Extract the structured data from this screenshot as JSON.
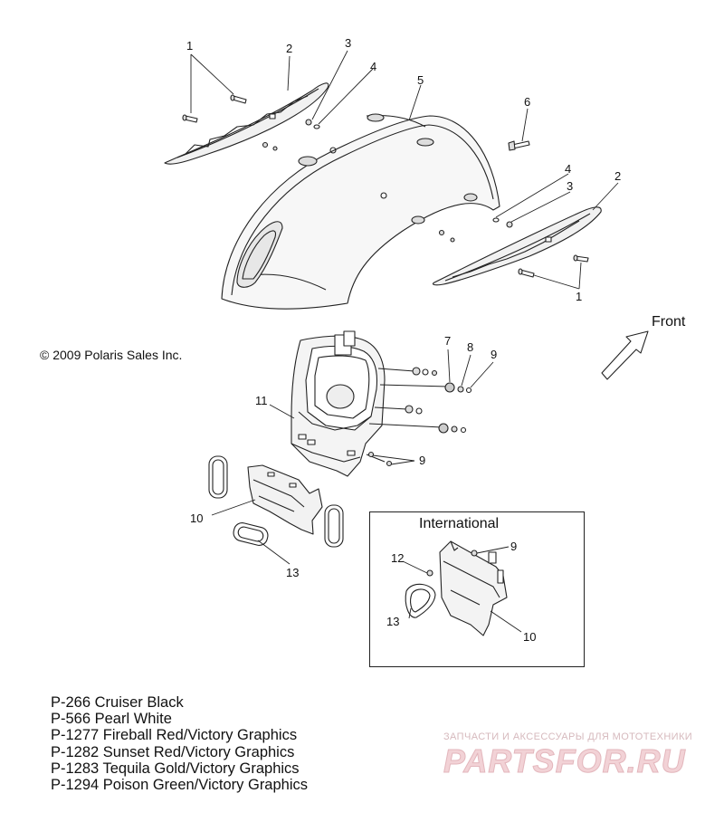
{
  "callouts": {
    "c1a": "1",
    "c2a": "2",
    "c3a": "3",
    "c4a": "4",
    "c5": "5",
    "c6": "6",
    "c4b": "4",
    "c3b": "3",
    "c2b": "2",
    "c1b": "1",
    "c7": "7",
    "c8": "8",
    "c9a": "9",
    "c11": "11",
    "c9b": "9",
    "c10a": "10",
    "c13a": "13",
    "c12": "12",
    "c9c": "9",
    "c13b": "13",
    "c10b": "10"
  },
  "copyright": "© 2009 Polaris Sales Inc.",
  "front_label": "Front",
  "international_title": "International",
  "legend": [
    "P-266  Cruiser Black",
    "P-566  Pearl White",
    "P-1277 Fireball Red/Victory Graphics",
    "P-1282 Sunset Red/Victory Graphics",
    "P-1283 Tequila Gold/Victory Graphics",
    "P-1294 Poison Green/Victory Graphics"
  ],
  "watermark": {
    "tagline": "ЗАПЧАСТИ И АКСЕССУАРЫ ДЛЯ МОТОТЕХНИКИ",
    "logo": "PARTSFOR.RU"
  },
  "colors": {
    "line": "#222222",
    "fill": "#f6f6f6",
    "watermark": "#e8b8be"
  }
}
